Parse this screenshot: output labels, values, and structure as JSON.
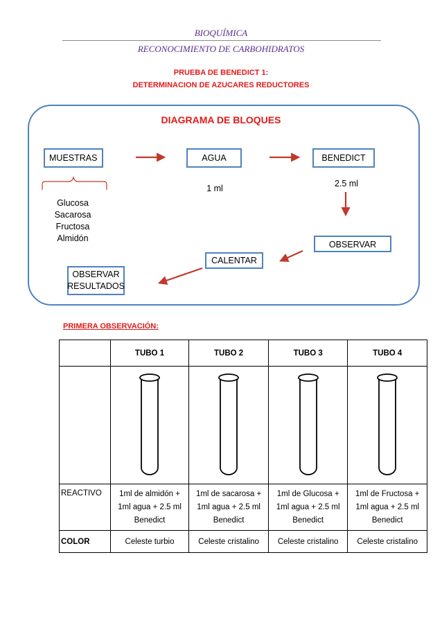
{
  "header": {
    "line1": "BIOQUÍMICA",
    "line2": "RECONOCIMIENTO DE CARBOHIDRATOS"
  },
  "titles": {
    "line1": "PRUEBA DE BENEDICT 1:",
    "line2": "DETERMINACION DE AZUCARES REDUCTORES"
  },
  "diagram": {
    "title": "DIAGRAMA DE BLOQUES",
    "boxes": {
      "muestras": "MUESTRAS",
      "agua": "AGUA",
      "benedict": "BENEDICT",
      "observar": "OBSERVAR",
      "calentar": "CALENTAR",
      "resultados_line1": "OBSERVAR",
      "resultados_line2": "RESULTADOS"
    },
    "amounts": {
      "agua": "1 ml",
      "benedict": "2.5 ml"
    },
    "samples": [
      "Glucosa",
      "Sacarosa",
      "Fructosa",
      "Almidón"
    ],
    "colors": {
      "border": "#4f81bd",
      "arrow": "#c0392b",
      "title": "#e01a1a"
    }
  },
  "observation": {
    "heading": "PRIMERA OBSERVACIÓN:",
    "columns": [
      "TUBO 1",
      "TUBO 2",
      "TUBO 3",
      "TUBO 4"
    ],
    "reactivo_label": "REACTIVO",
    "color_label": "COLOR",
    "reactivos": [
      [
        "1ml de almidón +",
        "1ml agua + 2.5 ml",
        "Benedict"
      ],
      [
        "1ml de sacarosa +",
        "1ml agua + 2.5 ml",
        "Benedict"
      ],
      [
        "1ml de Glucosa +",
        "1ml agua + 2.5 ml",
        "Benedict"
      ],
      [
        "1ml de Fructosa +",
        "1ml agua + 2.5 ml",
        "Benedict"
      ]
    ],
    "colors": [
      "Celeste turbio",
      "Celeste cristalino",
      "Celeste cristalino",
      "Celeste cristalino"
    ]
  }
}
